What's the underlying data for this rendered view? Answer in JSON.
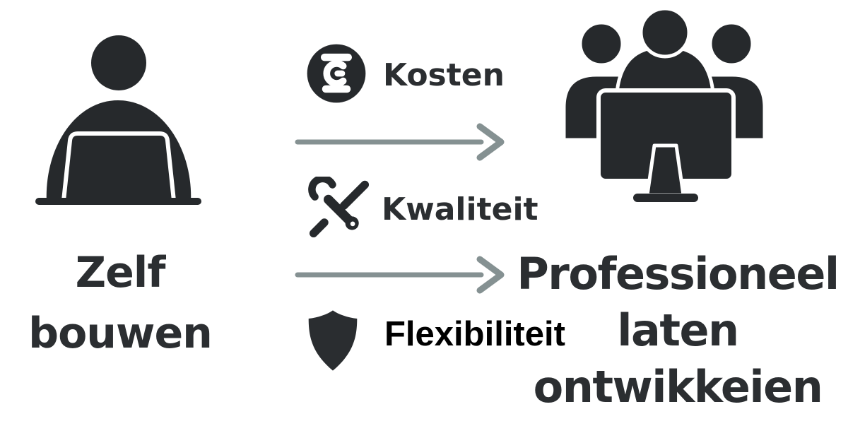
{
  "diagram_type": "comparison-infographic",
  "left_option": {
    "icon": "person-at-laptop-icon",
    "caption_lines": [
      "Zelf",
      "bouwen"
    ]
  },
  "right_option": {
    "icon": "team-at-monitor-icon",
    "caption_lines": [
      "Professioneel",
      "laten",
      "ontwikkeien"
    ]
  },
  "factors": [
    {
      "icon": "euro-coin-icon",
      "label": "Kosten"
    },
    {
      "icon": "tools-icon",
      "label": "Kwaliteit"
    },
    {
      "icon": "shield-icon",
      "label": "Flexibiliteit"
    }
  ],
  "arrows": [
    {
      "direction": "right",
      "from": "Zelf bouwen",
      "to": "Professioneel laten ontwikkeien"
    },
    {
      "direction": "right",
      "from": "Zelf bouwen",
      "to": "Professioneel laten ontwikkeien"
    }
  ],
  "colors": {
    "background": "#ffffff",
    "ink": "#26292c",
    "text": "#2b2e31",
    "flexibiliteit_text": "#000000",
    "arrow": "#859192",
    "shield": "#2a2d30"
  }
}
